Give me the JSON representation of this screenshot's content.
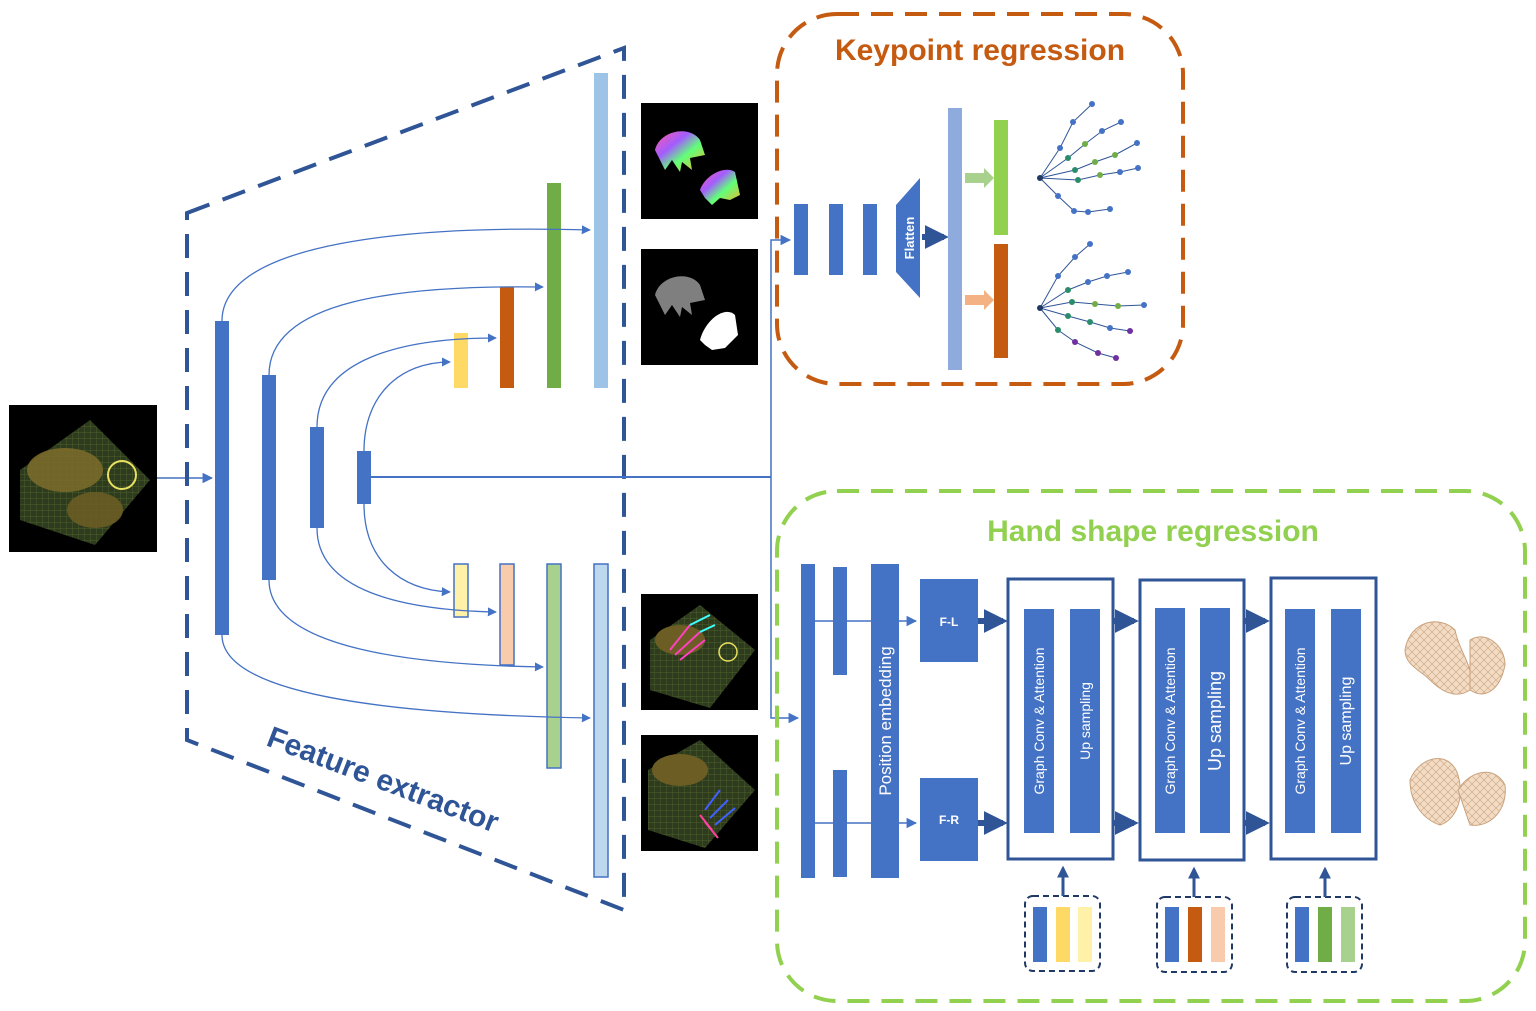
{
  "colors": {
    "blue": "#4472c4",
    "dark_blue": "#2f5597",
    "navy_dash": "#203864",
    "orange": "#c55a11",
    "green": "#70ad47",
    "light_green": "#92d050",
    "yellow": "#ffd966",
    "light_blue": "#9dc3e6",
    "peach": "#f8cbad",
    "pale_green": "#a9d18e",
    "pale_blue": "#bdd7ee"
  },
  "feature_extractor": {
    "label": "Feature extractor"
  },
  "keypoint_regression": {
    "title": "Keypoint regression",
    "flatten_label": "Flatten"
  },
  "hand_shape_regression": {
    "title": "Hand shape regression",
    "position_embedding_label": "Position embedding",
    "fl_label": "F-L",
    "fr_label": "F-R",
    "stages": [
      {
        "graph_label": "Graph Conv & Attention",
        "up_label": "Up sampling"
      },
      {
        "graph_label": "Graph Conv & Attention",
        "up_label": "Up sampling"
      },
      {
        "graph_label": "Graph Conv & Attention",
        "up_label": "Up sampling"
      }
    ]
  },
  "icons": {
    "input_image": "input-rgb-image-icon",
    "segmentation_color": "color-segmentation-map-icon",
    "segmentation_mask": "binary-mask-icon",
    "pose_overlay_top": "pose-overlay-image-icon",
    "pose_overlay_bottom": "pose-overlay-image-icon",
    "keypoint_tree": "hand-skeleton-icon",
    "hand_mesh": "hand-mesh-icon"
  }
}
